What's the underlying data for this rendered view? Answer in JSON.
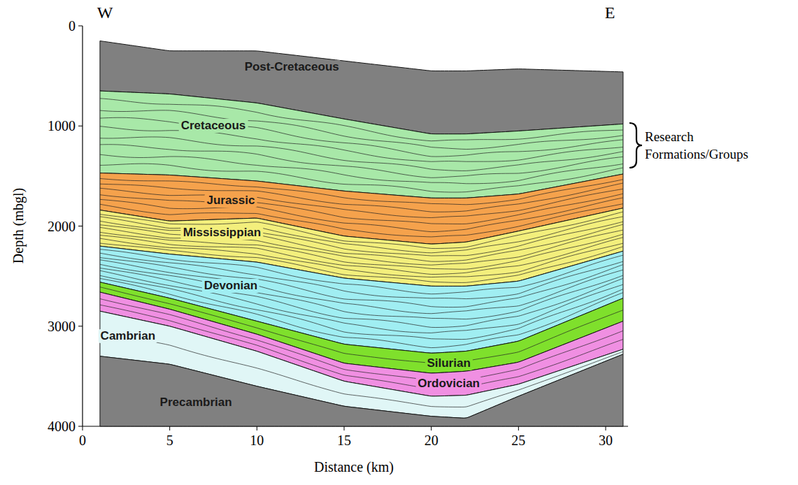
{
  "diagram": {
    "nodes": [
      {
        "text": [
          "Post-Cretaceous"
        ]
      },
      {
        "text": [
          "Cretaceous"
        ]
      },
      {
        "text": [
          "Jurassic"
        ]
      },
      {
        "text": [
          "Mississippian"
        ]
      },
      {
        "text": [
          "Devonian"
        ]
      },
      {
        "text": [
          "Silurian"
        ]
      },
      {
        "text": [
          "Ordovician"
        ]
      },
      {
        "text": [
          "Cambrian"
        ]
      },
      {
        "text": [
          "Precambrian"
        ]
      }
    ],
    "labels": [
      "W",
      "E",
      "0",
      "1000",
      "2000",
      "3000",
      "4000",
      "Depth (mbgl)",
      "0",
      "5",
      "10",
      "15",
      "20",
      "25",
      "30",
      "Distance (km)",
      "Research Formations/Groups"
    ]
  }
}
